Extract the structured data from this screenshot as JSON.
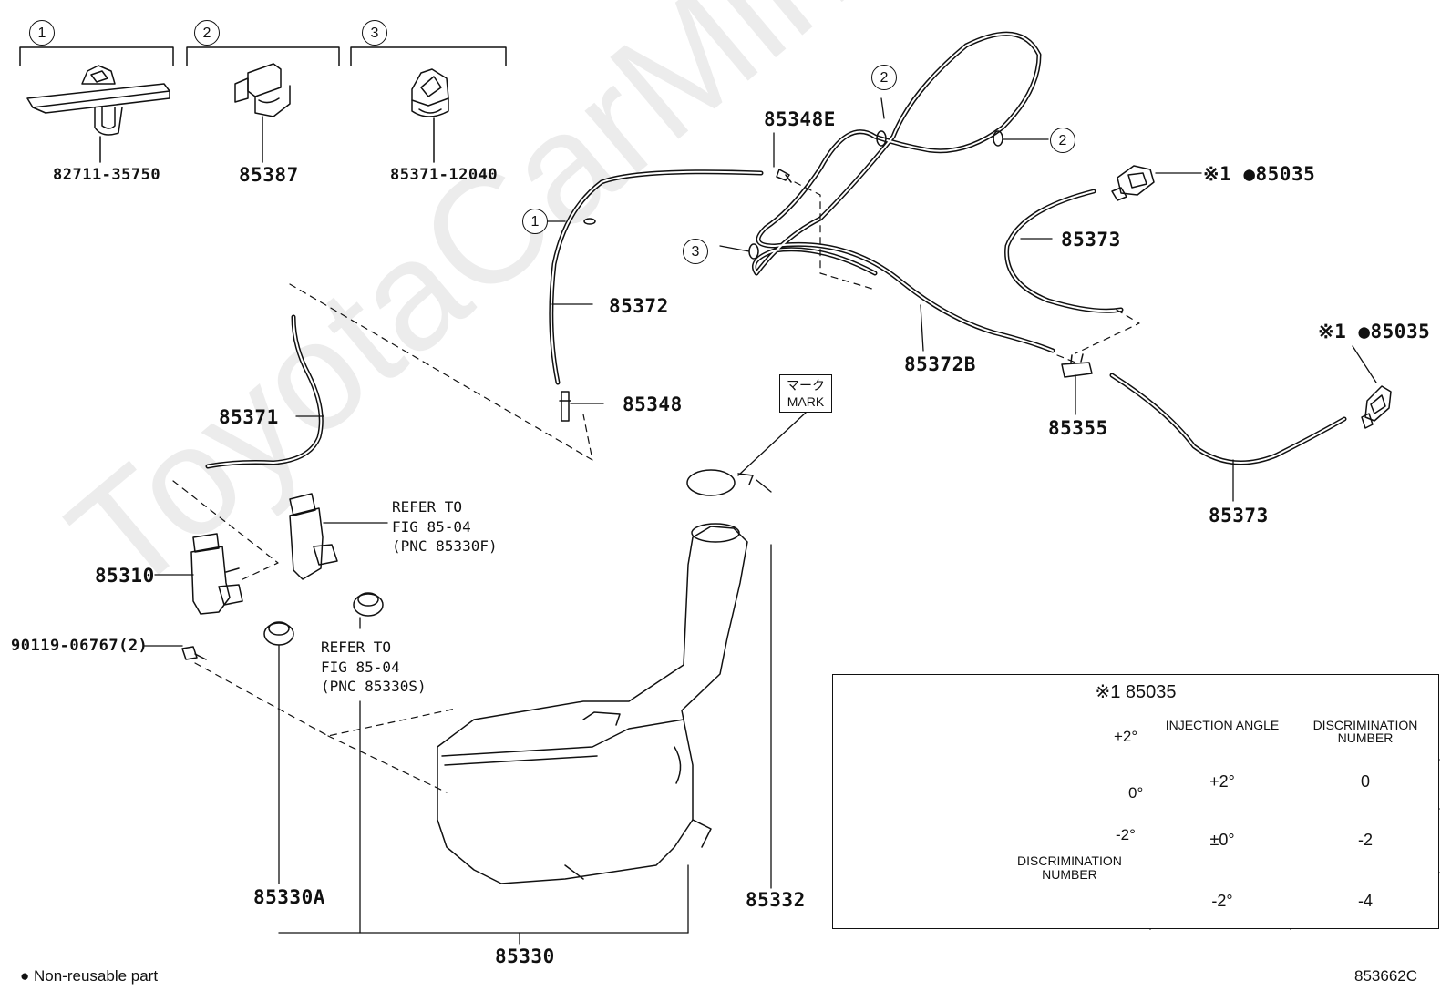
{
  "watermark": "ToyotaCarMine.ru",
  "groups": [
    {
      "marker": "1",
      "part": "82711-35750"
    },
    {
      "marker": "2",
      "part": "85387"
    },
    {
      "marker": "3",
      "part": "85371-12040"
    }
  ],
  "parts": {
    "p85348E": "85348E",
    "p85372": "85372",
    "p85348": "85348",
    "p85372B": "85372B",
    "p85373_top": "85373",
    "p85373_bottom": "85373",
    "p85355": "85355",
    "p85035_top": "※1 ●85035",
    "p85035_right": "※1 ●85035",
    "p85371": "85371",
    "p85310": "85310",
    "p90119": "90119-06767(2)",
    "p85330A": "85330A",
    "p85330": "85330",
    "p85332": "85332"
  },
  "markers": {
    "m1_hose": "1",
    "m2_top": "2",
    "m2_right": "2",
    "m3_hose": "3"
  },
  "refer_1": "REFER TO\nFIG 85-04\n(PNC 85330F)",
  "refer_2": "REFER TO\nFIG 85-04\n(PNC 85330S)",
  "mark_box": {
    "jp": "マーク",
    "en": "MARK"
  },
  "table": {
    "title": "※1  85035",
    "headers": [
      "INJECTION ANGLE",
      "DISCRIMINATION NUMBER"
    ],
    "rows": [
      {
        "angle": "+2°",
        "number": "0"
      },
      {
        "angle": "±0°",
        "number": "-2"
      },
      {
        "angle": "-2°",
        "number": "-4"
      }
    ],
    "angle_labels": [
      "+2°",
      "0°",
      "-2°"
    ],
    "disc_label": "DISCRIMINATION\nNUMBER"
  },
  "legend": "● Non-reusable part",
  "figure_code": "853662C"
}
